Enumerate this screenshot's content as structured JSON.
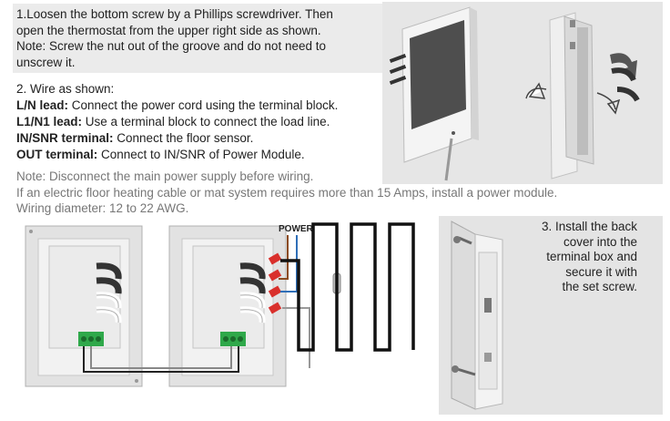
{
  "step1": {
    "lines": [
      "1.Loosen the bottom screw by a Phillips screwdriver. Then",
      "open the thermostat from the upper right side as shown.",
      "Note: Screw the nut out of the groove and do not need to",
      "unscrew it."
    ]
  },
  "step2": {
    "title": "2. Wire as shown:",
    "items": [
      {
        "label": "L/N lead:",
        "text": " Connect the power cord using the terminal block."
      },
      {
        "label": "L1/N1 lead:",
        "text": " Use a terminal block to connect the load line."
      },
      {
        "label": "IN/SNR terminal:",
        "text": " Connect the floor sensor."
      },
      {
        "label": "OUT terminal:",
        "text": " Connect to IN/SNR of Power Module."
      }
    ]
  },
  "notes": [
    "Note: Disconnect the main power supply before wiring.",
    "If an electric floor heating cable or mat system requires more than 15 Amps, install a power module.",
    "Wiring diameter: 12 to 22 AWG."
  ],
  "diagram": {
    "power_label": "POWER"
  },
  "step3": {
    "lines": [
      "3. Install the back",
      "cover into the",
      "terminal box and",
      "secure it with",
      "the set screw."
    ]
  },
  "colors": {
    "wire_brown": "#8a4a1f",
    "wire_blue": "#2f6fb8",
    "wire_connector": "#d9302c",
    "terminal_green": "#2fa84a",
    "heating_cable": "#111111"
  }
}
